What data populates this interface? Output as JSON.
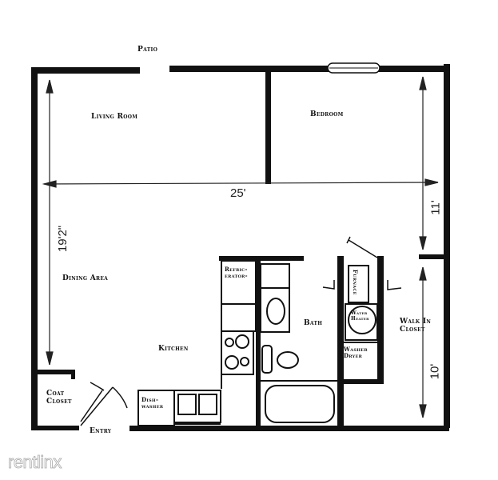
{
  "floorplan": {
    "rooms": {
      "patio": "Patio",
      "living_room": "Living Room",
      "bedroom": "Bedroom",
      "dining_area": "Dining Area",
      "kitchen": "Kitchen",
      "bath": "Bath",
      "walk_in_closet_line1": "Walk In",
      "walk_in_closet_line2": "Closet",
      "coat_closet_line1": "Coat",
      "coat_closet_line2": "Closet",
      "entry": "Entry"
    },
    "fixtures": {
      "refrigerator_line1": "Refric-",
      "refrigerator_line2": "erator-",
      "dishwasher_line1": "Dish-",
      "dishwasher_line2": "washer",
      "furnace": "Furnace",
      "water_heater_line1": "Water",
      "water_heater_line2": "Heater",
      "washer_dryer_line1": "Washer",
      "washer_dryer_line2": "Dryer"
    },
    "dimensions": {
      "width": "25'",
      "height_left": "19'2\"",
      "bedroom_depth": "11'",
      "closet_depth": "10'"
    },
    "colors": {
      "wall": "#111111",
      "line": "#222222",
      "background": "#ffffff"
    }
  },
  "watermark": "rentlinx"
}
